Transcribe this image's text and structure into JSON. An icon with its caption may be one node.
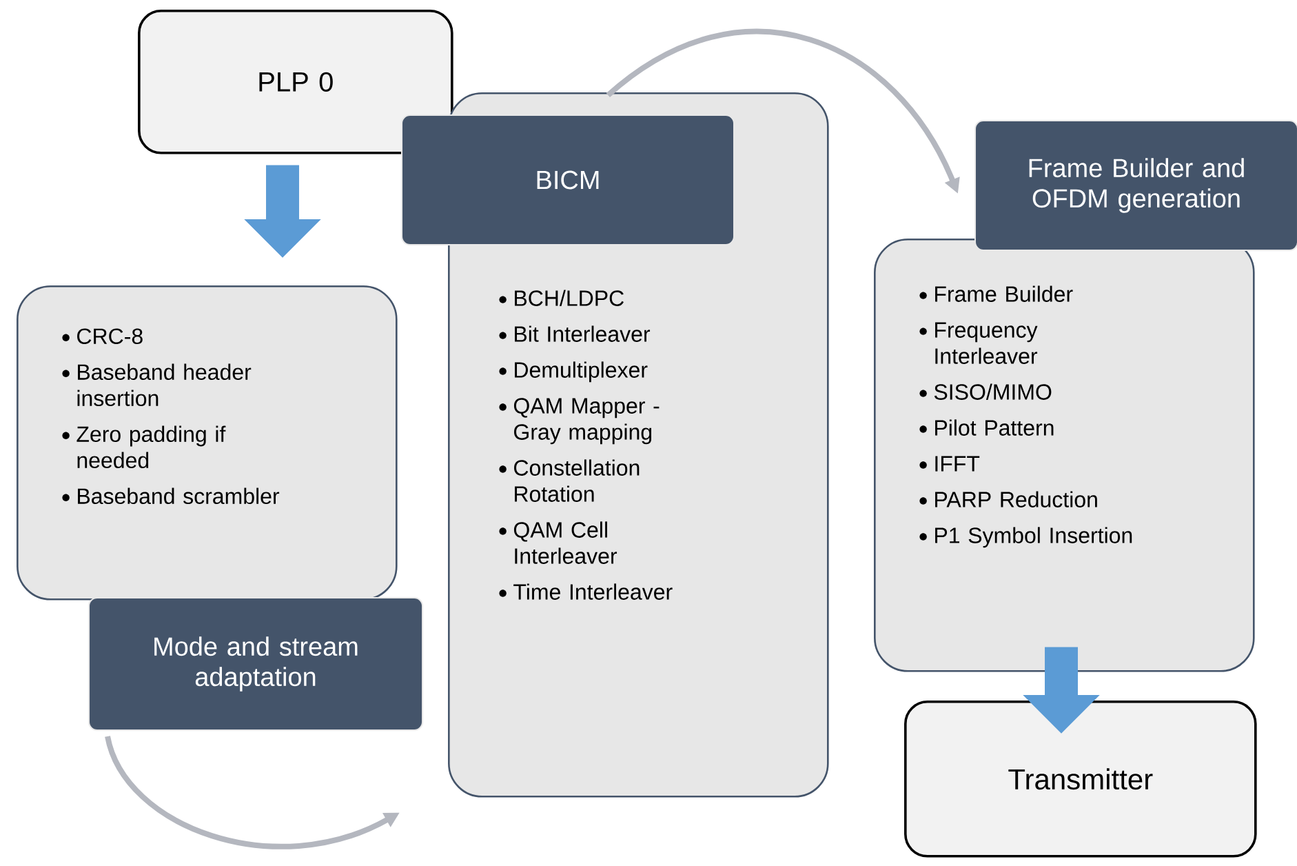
{
  "diagram": {
    "nodes": [
      {
        "text": [
          "PLP 0"
        ]
      },
      {
        "text": [
          "CRC-8",
          "Baseband header insertion",
          "Zero padding if needed",
          "Baseband scrambler"
        ]
      },
      {
        "text": [
          "Mode and stream adaptation"
        ]
      },
      {
        "text": [
          "BCH/LDPC",
          "Bit Interleaver",
          "Demultiplexer",
          "QAM Mapper - Gray mapping",
          "Constellation Rotation",
          "QAM Cell Interleaver",
          "Time Interleaver"
        ]
      },
      {
        "text": [
          "BICM"
        ]
      },
      {
        "text": [
          "Frame Builder",
          "Frequency Interleaver",
          "SISO/MIMO",
          "Pilot Pattern",
          "IFFT",
          "PARP Reduction",
          "P1 Symbol Insertion"
        ]
      },
      {
        "text": [
          "Frame Builder and OFDM generation"
        ]
      },
      {
        "text": [
          "Transmitter"
        ]
      }
    ],
    "edges": [
      {
        "from": 0,
        "to": 1,
        "arrow": "to",
        "style": "thick",
        "color": "#5b9bd5"
      },
      {
        "from": 2,
        "to": 3,
        "arrow": "to",
        "color": "#b4b7bf"
      },
      {
        "from": 3,
        "to": 6,
        "arrow": "to",
        "color": "#b4b7bf"
      },
      {
        "from": 5,
        "to": 7,
        "arrow": "to",
        "style": "thick",
        "color": "#5b9bd5"
      }
    ]
  }
}
